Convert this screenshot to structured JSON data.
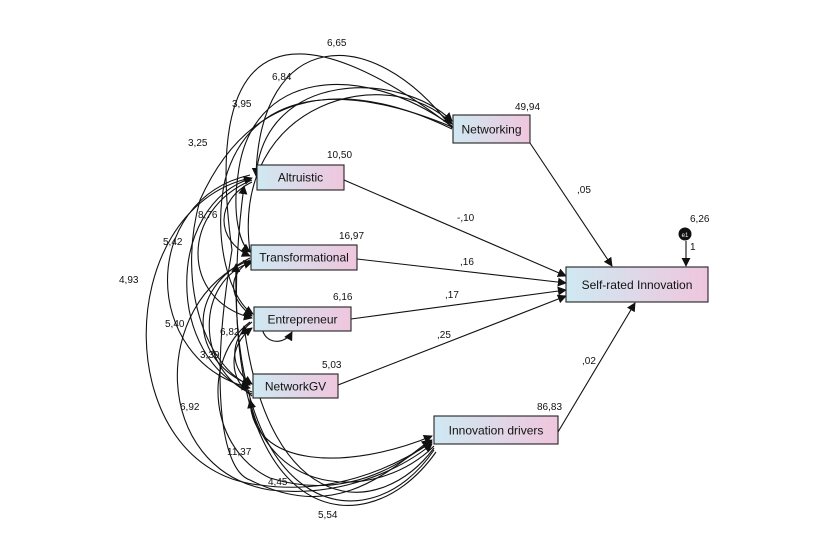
{
  "colors": {
    "box_gradient_start": "#cfe9f2",
    "box_gradient_end": "#efc6dd",
    "line": "#111111"
  },
  "nodes": {
    "networking": {
      "label": "Networking",
      "variance": "49,94"
    },
    "altruistic": {
      "label": "Altruistic",
      "variance": "10,50"
    },
    "transformational": {
      "label": "Transformational",
      "variance": "16,97"
    },
    "entrepreneur": {
      "label": "Entrepreneur",
      "variance": "6,16"
    },
    "networkgv": {
      "label": "NetworkGV",
      "variance": "5,03"
    },
    "innovation_drivers": {
      "label": "Innovation drivers",
      "variance": "86,83"
    },
    "self_rated": {
      "label": "Self-rated Innovation"
    },
    "error": {
      "label": "e1",
      "variance": "6,26",
      "path": "1"
    }
  },
  "paths": {
    "networking_to_sri": ",05",
    "altruistic_to_sri": "-,10",
    "transformational_to_sri": ",16",
    "entrepreneur_to_sri": ",17",
    "networkgv_to_sri": ",25",
    "innovation_drivers_to_sri": ",02"
  },
  "covariances": {
    "c_665": "6,65",
    "c_684": "6,84",
    "c_395": "3,95",
    "c_325": "3,25",
    "c_876": "8,76",
    "c_542": "5,42",
    "c_493": "4,93",
    "c_540": "5,40",
    "c_339": "3,39",
    "c_682": "6,82",
    "c_692": "6,92",
    "c_1137": "11,37",
    "c_445": "4,45",
    "c_554": "5,54"
  }
}
